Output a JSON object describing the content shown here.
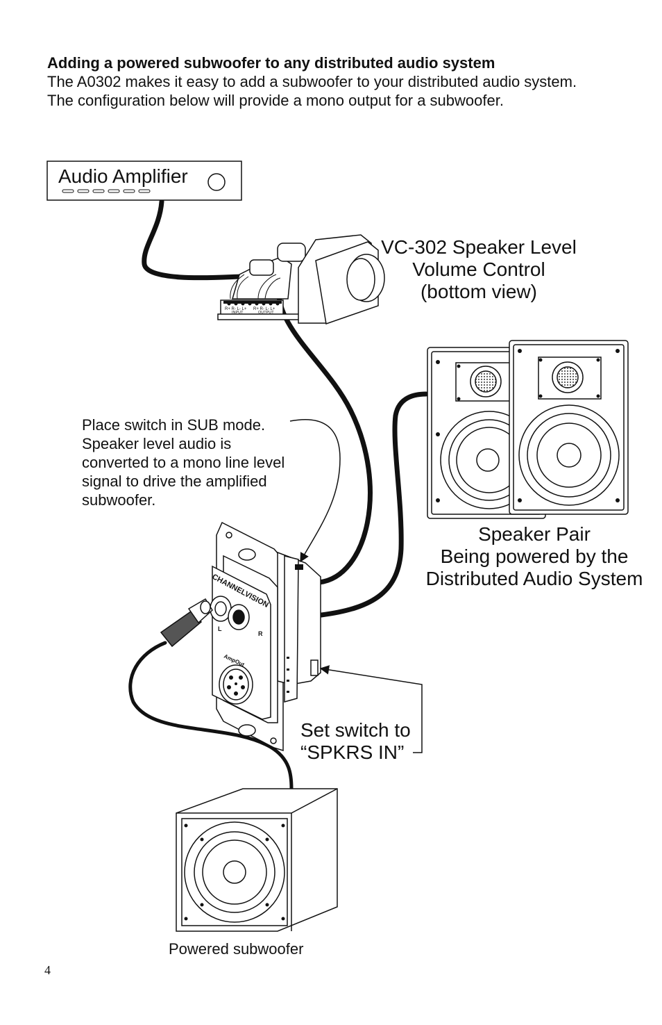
{
  "header": {
    "title": "Adding a powered subwoofer to any distributed audio system",
    "intro_lines": [
      "The A0302 makes it easy to add a subwoofer to your distributed audio system.",
      "The configuration below will provide a mono output for a subwoofer."
    ]
  },
  "amplifier": {
    "label": "Audio Amplifier"
  },
  "volume_control": {
    "label_lines": [
      "VC-302 Speaker Level",
      "Volume Control",
      "(bottom view)"
    ],
    "terminal_labels": [
      "R+ R- L- L+",
      "R+ R- L- L+"
    ],
    "group_labels": [
      "INPUT",
      "OUTPUT"
    ]
  },
  "speakers": {
    "label_lines": [
      "Speaker Pair",
      "Being powered by the",
      "Distributed Audio System"
    ]
  },
  "sub_mode_note": {
    "lines": [
      "Place switch in SUB mode.",
      "Speaker level audio is",
      "converted to a mono line level",
      "signal to drive the amplified",
      "subwoofer."
    ]
  },
  "wall_plate": {
    "brand": "CHANNELVISION",
    "badge": "AmpOut",
    "jack_labels": [
      "L",
      "R"
    ]
  },
  "switch_instruction": {
    "lines": [
      "Set switch to",
      "“SPKRS IN”"
    ]
  },
  "subwoofer": {
    "label": "Powered subwoofer"
  },
  "page": {
    "number": "4"
  }
}
